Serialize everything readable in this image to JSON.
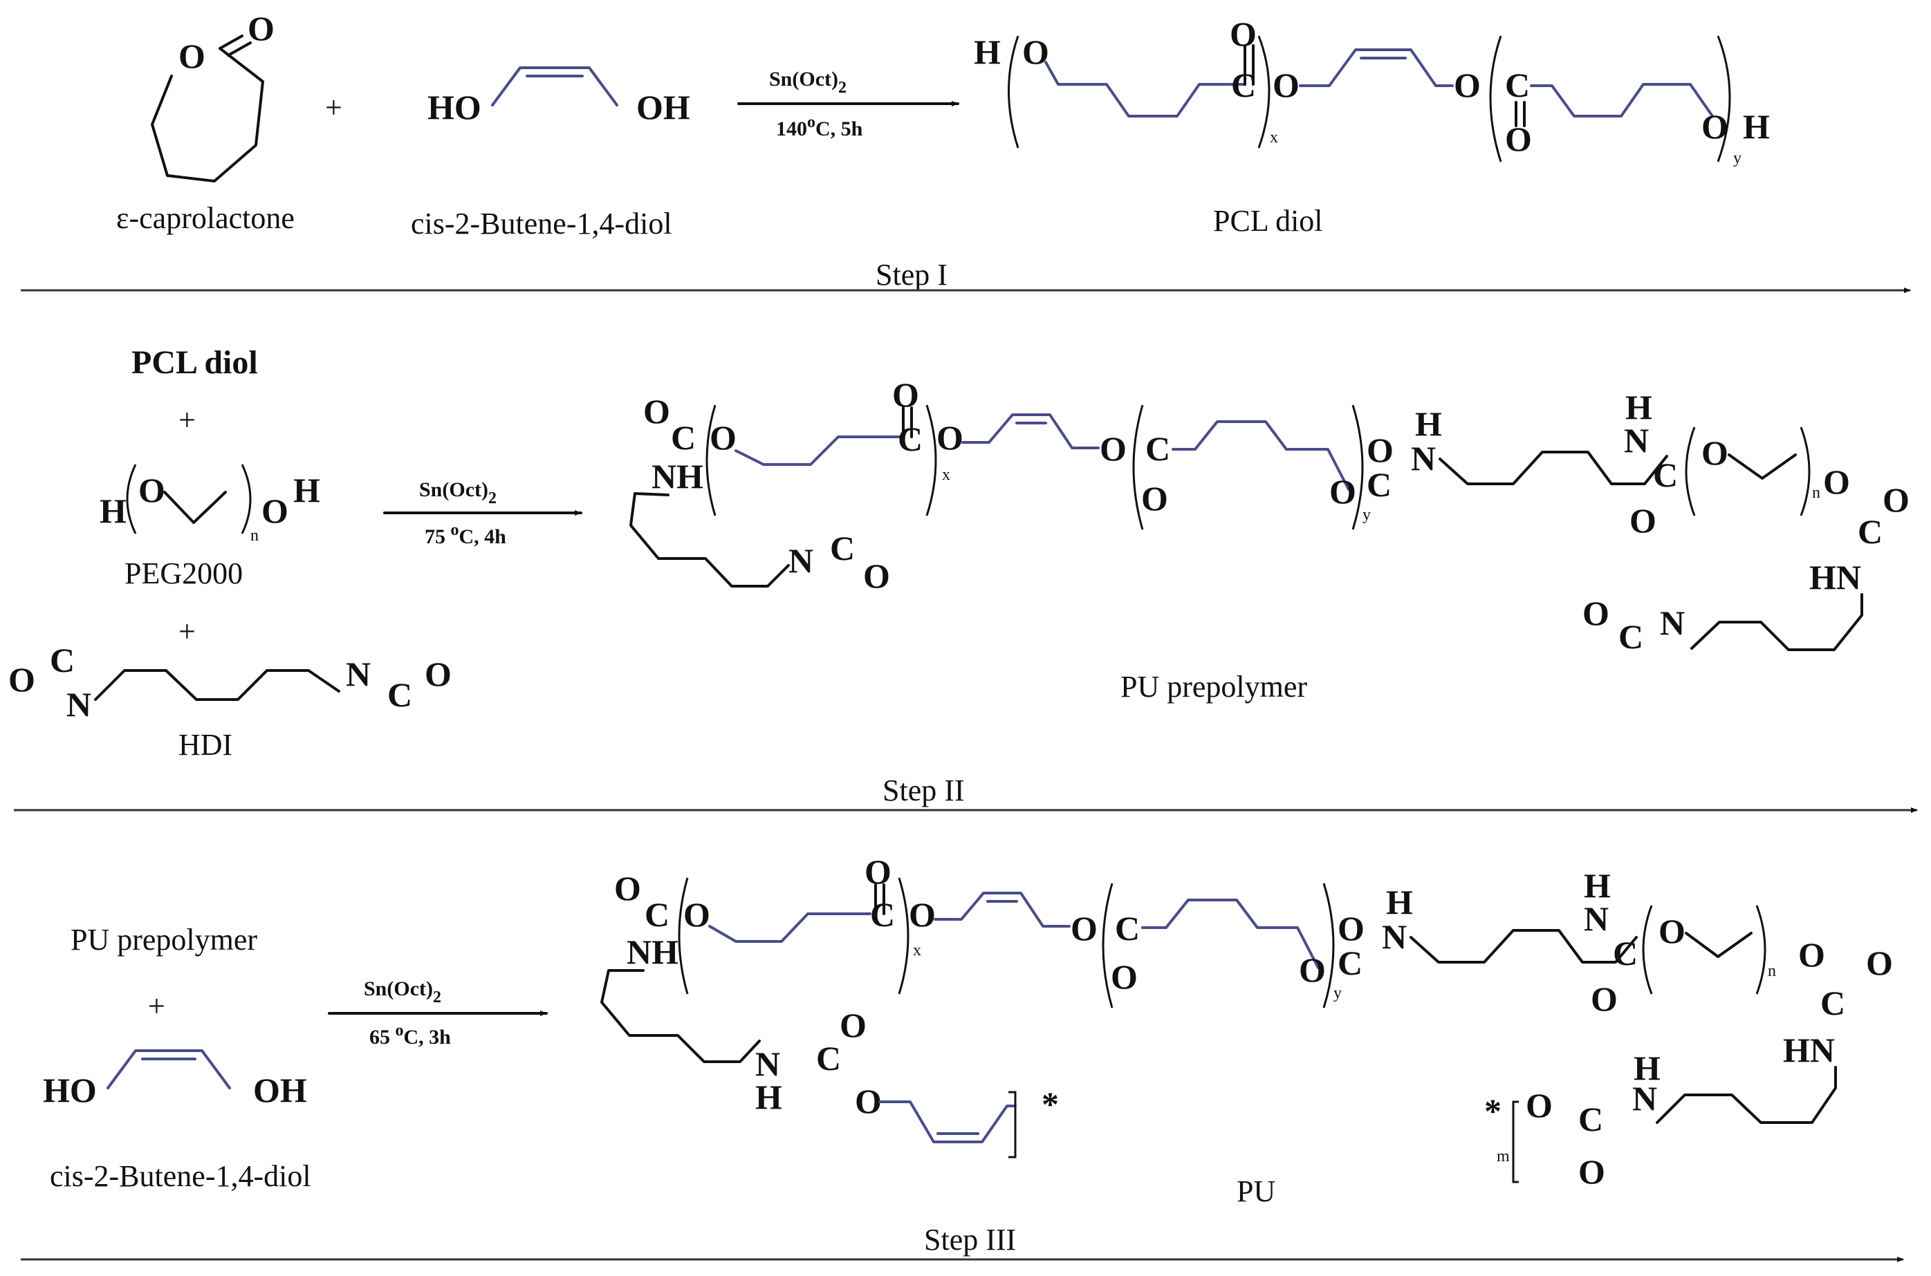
{
  "steps": [
    "Step I",
    "Step II",
    "Step III"
  ],
  "compounds": {
    "caprolactone": "ε-caprolactone",
    "butenediol": "cis-2-Butene-1,4-diol",
    "pcl_diol": "PCL diol",
    "peg": "PEG2000",
    "hdi": "HDI",
    "pu_prepolymer": "PU prepolymer",
    "pu": "PU"
  },
  "conditions": {
    "step1": {
      "catalyst": "Sn(Oct)",
      "catalyst_sub": "2",
      "temp": "140",
      "temp_unit": "C, 5h",
      "degree": "o"
    },
    "step2": {
      "catalyst": "Sn(Oct)",
      "catalyst_sub": "2",
      "temp": "75 ",
      "temp_unit": "C, 4h",
      "degree": "o"
    },
    "step3": {
      "catalyst": "Sn(Oct)",
      "catalyst_sub": "2",
      "temp": "65 ",
      "temp_unit": "C, 3h",
      "degree": "o"
    }
  },
  "symbols": {
    "plus": "+",
    "star": "*"
  },
  "atoms": {
    "H": "H",
    "O": "O",
    "C": "C",
    "N": "N",
    "HO": "HO",
    "OH": "OH",
    "NH": "NH",
    "HN": "HN"
  },
  "subscripts": {
    "x": "x",
    "y": "y",
    "n": "n",
    "m": "m"
  }
}
